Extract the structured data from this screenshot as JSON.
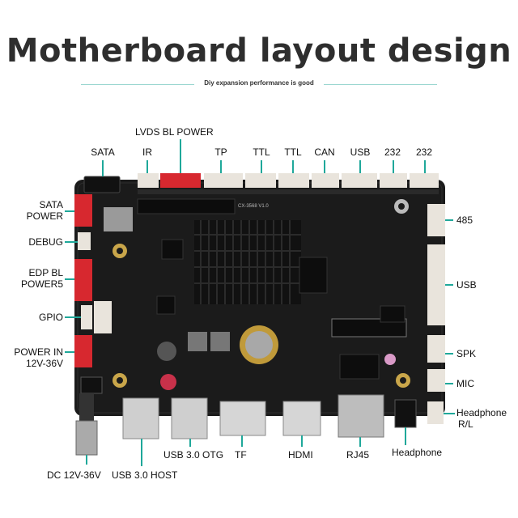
{
  "title": "Motherboard layout design",
  "subtitle": "Diy expansion performance is good",
  "board_text": "CX-3568 V1.0",
  "labels": {
    "lvds_bl_power": "LVDS BL POWER",
    "sata": "SATA",
    "ir": "IR",
    "tp": "TP",
    "ttl1": "TTL",
    "ttl2": "TTL",
    "can": "CAN",
    "usb_top": "USB",
    "rs232_1": "232",
    "rs232_2": "232",
    "sata_power_1": "SATA",
    "sata_power_2": "POWER",
    "debug": "DEBUG",
    "edp_bl_1": "EDP BL",
    "edp_bl_2": "POWER5",
    "gpio": "GPIO",
    "power_in_1": "POWER IN",
    "power_in_2": "12V-36V",
    "rs485": "485",
    "usb_right": "USB",
    "spk": "SPK",
    "mic": "MIC",
    "headphone_rl_1": "Headphone",
    "headphone_rl_2": "R/L",
    "usb3_otg": "USB 3.0 OTG",
    "tf": "TF",
    "hdmi": "HDMI",
    "rj45": "RJ45",
    "headphone": "Headphone",
    "dc_in": "DC 12V-36V",
    "usb3_host": "USB 3.0 HOST"
  },
  "colors": {
    "board": "#1b1b1b",
    "accent": "#1fa89a",
    "red_connector": "#d7282f",
    "white_connector": "#e9e4dc",
    "heatsink": "#111111"
  }
}
